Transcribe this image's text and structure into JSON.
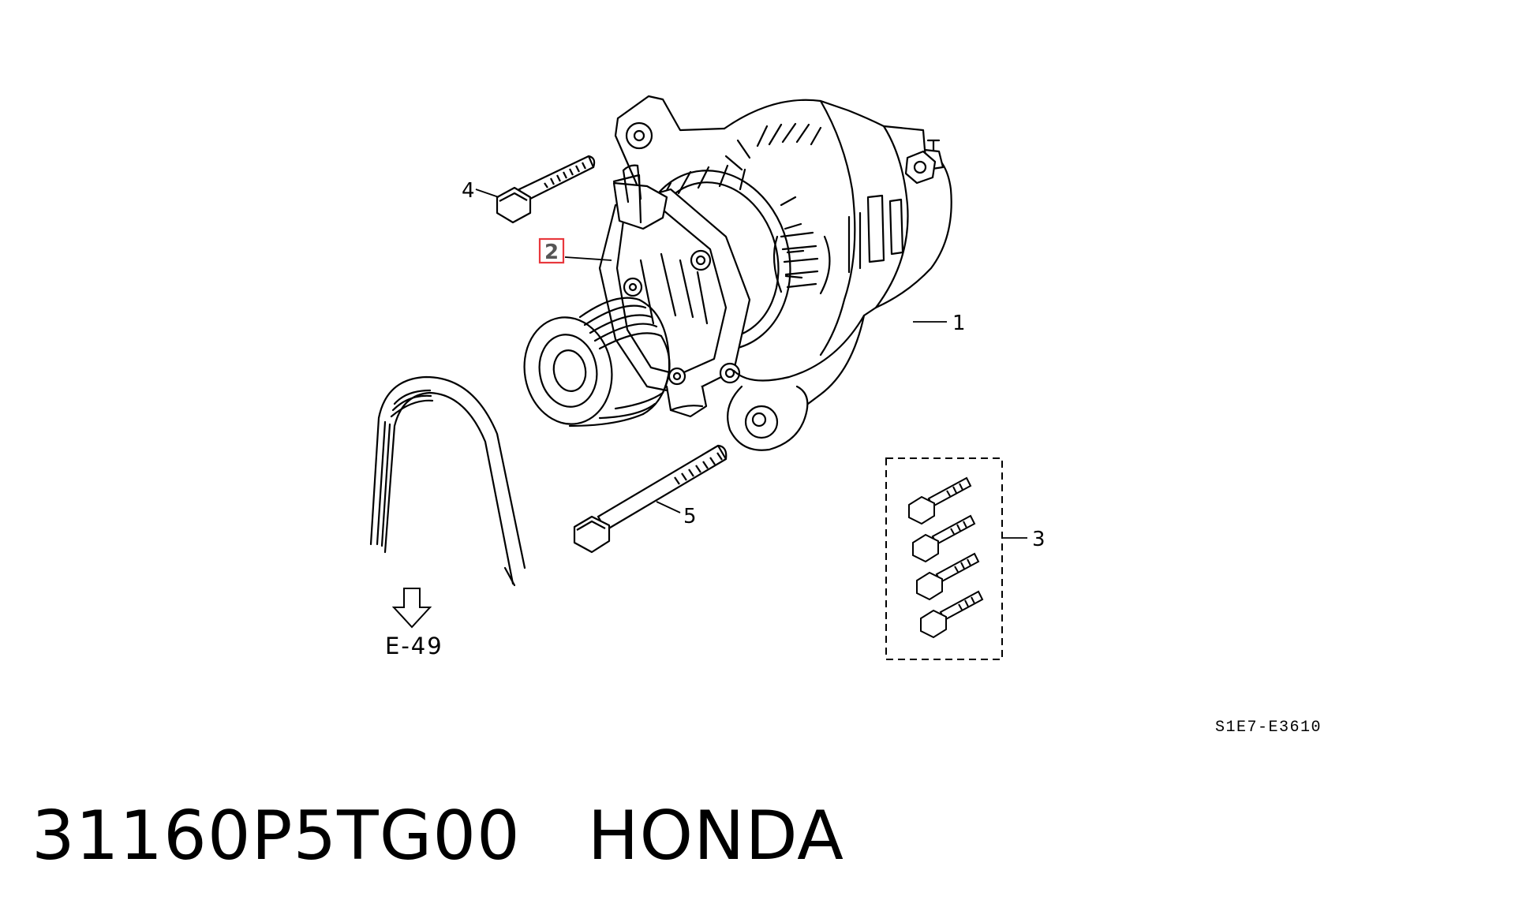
{
  "diagram": {
    "callouts": {
      "c1": "1",
      "c2": "2",
      "c3": "3",
      "c4": "4",
      "c5": "5"
    },
    "reference_code": "E-49",
    "drawing_code": "S1E7-E3610",
    "highlight_color": "#e8383d"
  },
  "footer": {
    "part_number": "31160P5TG00",
    "brand": "HONDA"
  }
}
